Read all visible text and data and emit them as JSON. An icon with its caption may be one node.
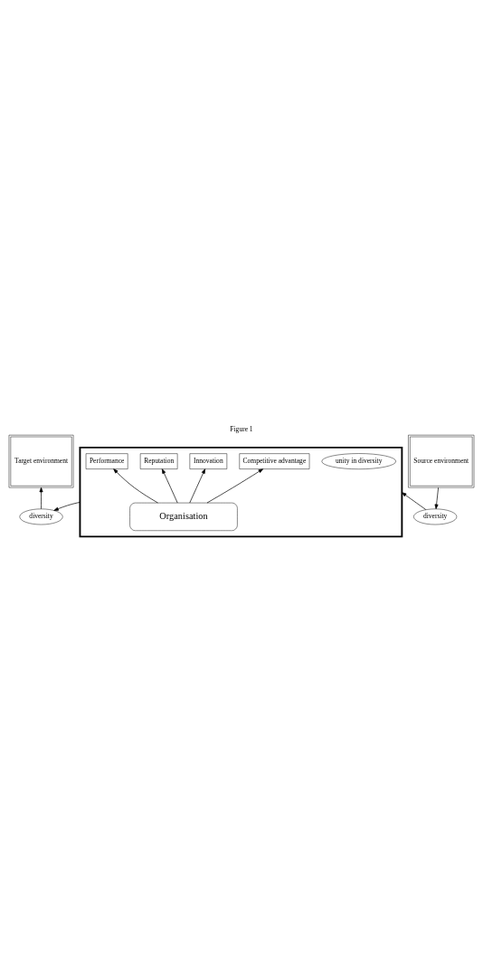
{
  "diagram": {
    "title": "Figure 1",
    "nodes": [
      {
        "text": [],
        "shape": "box"
      },
      {
        "text": [
          "Performance"
        ],
        "in": 0
      },
      {
        "text": [
          "Reputation"
        ],
        "in": 0
      },
      {
        "text": [
          "Innovation"
        ],
        "in": 0
      },
      {
        "text": [
          "Competitive advantage"
        ],
        "in": 0
      },
      {
        "text": [
          "Organisation"
        ],
        "in": 0
      },
      {
        "text": [
          "unity in diversity"
        ],
        "in": 0
      },
      {
        "text": [
          "diversity"
        ]
      },
      {
        "text": [
          "diversity"
        ]
      },
      {
        "text": [
          "Source environment"
        ]
      },
      {
        "text": [
          "Target environment"
        ]
      }
    ],
    "edges": [
      {
        "from": 5,
        "to": 3,
        "arrow": "to"
      },
      {
        "from": 5,
        "to": 1,
        "arrow": "to"
      },
      {
        "from": 5,
        "to": 2,
        "arrow": "to"
      },
      {
        "from": 5,
        "to": 4,
        "arrow": "to"
      },
      {
        "from": 9,
        "to": 7,
        "arrow": "to"
      },
      {
        "from": 7,
        "to": 0,
        "arrow": "to"
      },
      {
        "from": 0,
        "to": 8,
        "arrow": "to"
      },
      {
        "from": 8,
        "to": 10,
        "arrow": "to"
      }
    ]
  }
}
